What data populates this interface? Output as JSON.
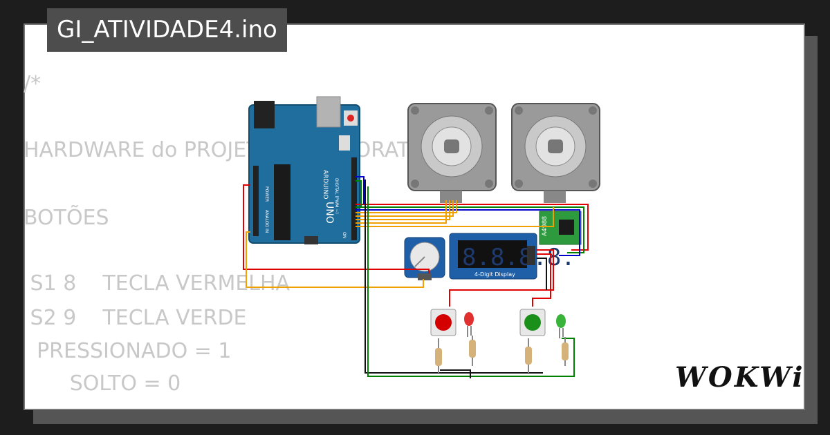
{
  "title": "GI_ATIVIDADE4.ino",
  "code_lines": [
    "/*",
    "HARDWARE do PROJETO do LABORATÓRIO",
    "BOTÕES",
    " S1 8    TECLA VERMELHA",
    " S2 9    TECLA VERDE",
    "  PRESSIONADO = 1",
    "       SOLTO = 0"
  ],
  "logo": "WOKWi",
  "board": {
    "brand": "ARDUINO",
    "model": "UNO",
    "on_label": "ON",
    "digital_label": "DIGITAL (PWM ~)",
    "power_label": "POWER",
    "analog_label": "ANALOG IN"
  },
  "display": {
    "digits": "8.8.8.8.",
    "label": "4-Digit Display"
  },
  "driver": {
    "label": "A4988"
  },
  "colors": {
    "board": "#1f6e9e",
    "wire_red": "#e00000",
    "wire_green": "#008000",
    "wire_blue": "#0000cc",
    "wire_orange": "#f0a000",
    "wire_black": "#111111"
  }
}
